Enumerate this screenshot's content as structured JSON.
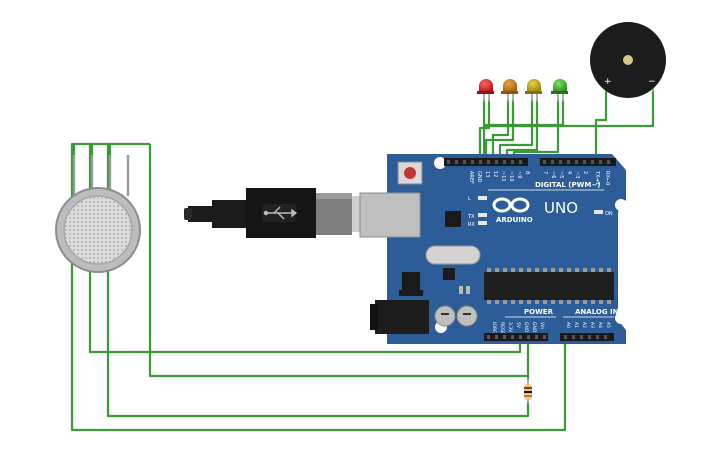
{
  "board": {
    "brand": "ARDUINO",
    "model": "UNO",
    "header_left": "AREF",
    "digital_label": "DIGITAL (PWM~)",
    "power_label": "POWER",
    "analog_label": "ANALOG IN",
    "pins_top": [
      "GND",
      "13",
      "12",
      "~11",
      "~10",
      "~9",
      "8",
      "7",
      "~6",
      "~5",
      "4",
      "~3",
      "2",
      "TX➔1",
      "RX←0"
    ],
    "pins_power": [
      "IOREF",
      "RESET",
      "3.3V",
      "5V",
      "GND",
      "GND",
      "Vin"
    ],
    "pins_analog": [
      "A0",
      "A1",
      "A2",
      "A3",
      "A4",
      "A5"
    ],
    "led_labels": [
      "L",
      "TX",
      "RX"
    ],
    "on_label": "ON"
  },
  "buzzer": {
    "plus": "+",
    "minus": "−"
  },
  "colors": {
    "wire": "#3a9a36",
    "board": "#2c5d98",
    "board_dark": "#234b7b",
    "led_red": "#c8171c",
    "led_orange": "#bf7a1b",
    "led_yellow": "#b8a214",
    "led_green": "#3aa829"
  },
  "icons": {
    "usb": "usb-icon",
    "arduino_logo": "arduino-infinity-icon"
  }
}
